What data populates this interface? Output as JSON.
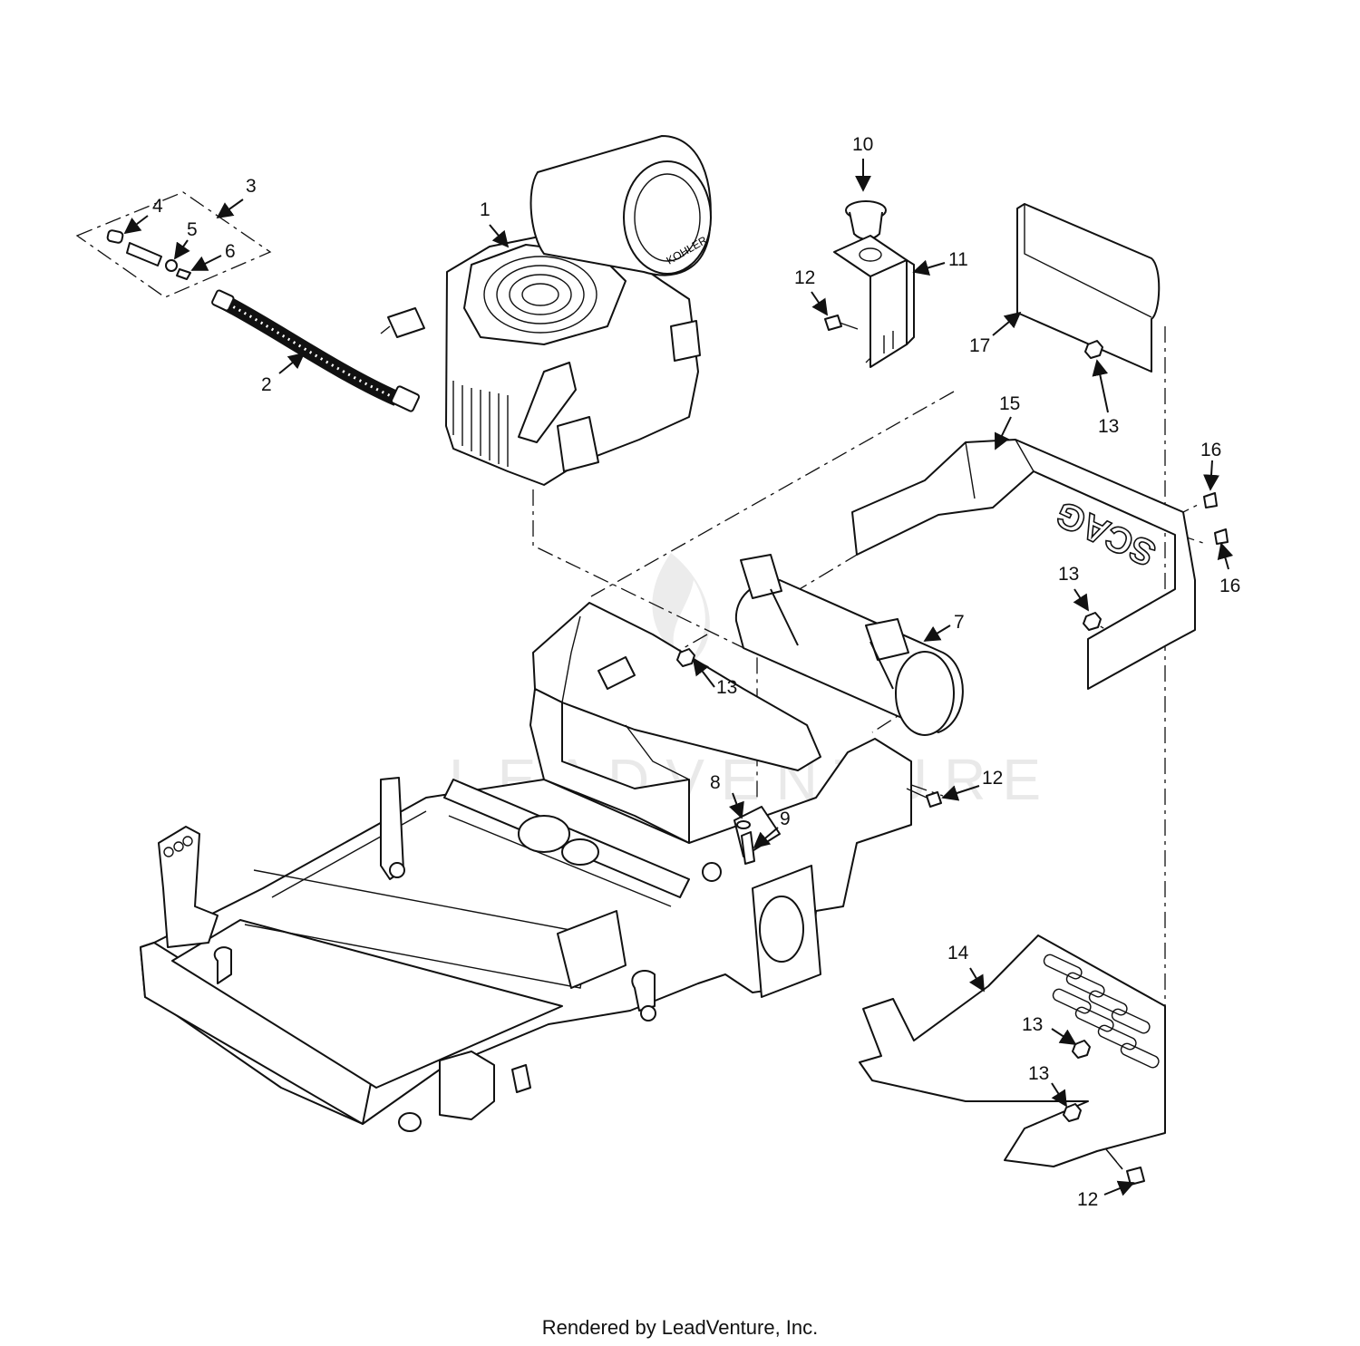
{
  "watermark": "LEADVENTURE",
  "engine_brand": "KOHLER",
  "chassis_logo": "SCAG",
  "footer": "Rendered by LeadVenture, Inc.",
  "callouts": [
    {
      "id": "c1",
      "label": "1"
    },
    {
      "id": "c2",
      "label": "2"
    },
    {
      "id": "c3",
      "label": "3"
    },
    {
      "id": "c4",
      "label": "4"
    },
    {
      "id": "c5",
      "label": "5"
    },
    {
      "id": "c6",
      "label": "6"
    },
    {
      "id": "c7",
      "label": "7"
    },
    {
      "id": "c8",
      "label": "8"
    },
    {
      "id": "c9",
      "label": "9"
    },
    {
      "id": "c10",
      "label": "10"
    },
    {
      "id": "c11",
      "label": "11"
    },
    {
      "id": "c12a",
      "label": "12"
    },
    {
      "id": "c12b",
      "label": "12"
    },
    {
      "id": "c12c",
      "label": "12"
    },
    {
      "id": "c13a",
      "label": "13"
    },
    {
      "id": "c13b",
      "label": "13"
    },
    {
      "id": "c13c",
      "label": "13"
    },
    {
      "id": "c13d",
      "label": "13"
    },
    {
      "id": "c13e",
      "label": "13"
    },
    {
      "id": "c14",
      "label": "14"
    },
    {
      "id": "c15",
      "label": "15"
    },
    {
      "id": "c16a",
      "label": "16"
    },
    {
      "id": "c16b",
      "label": "16"
    },
    {
      "id": "c17",
      "label": "17"
    }
  ]
}
